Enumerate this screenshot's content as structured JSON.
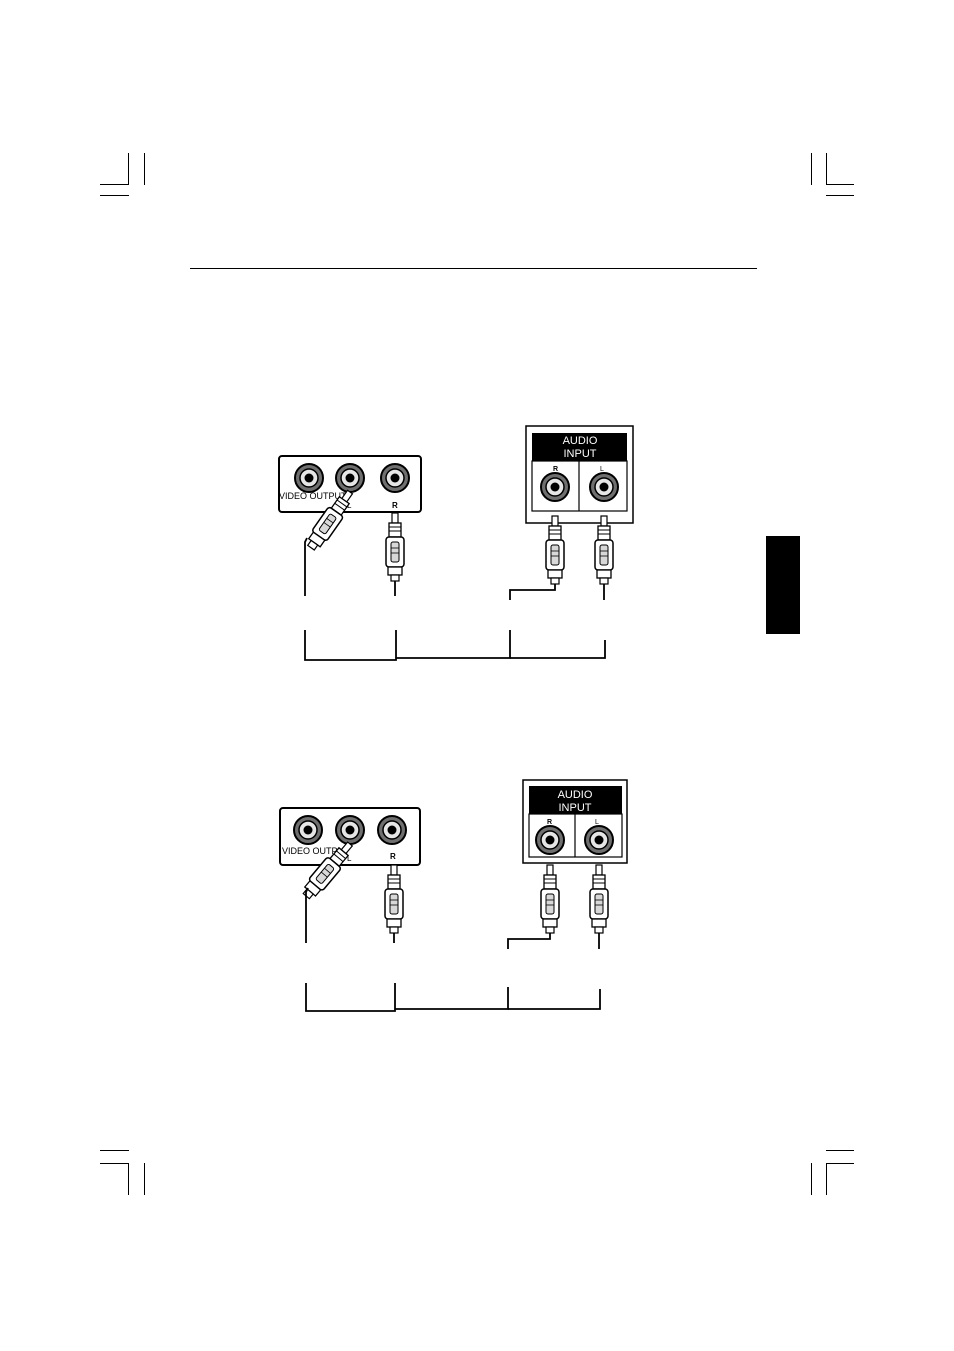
{
  "figures": [
    {
      "source_panel": {
        "output_label": "VIDEO OUTPUT",
        "left_label": "L",
        "right_label": "R"
      },
      "target_panel": {
        "title_line1": "AUDIO",
        "title_line2": "INPUT",
        "right_label": "R",
        "left_label": "L"
      }
    },
    {
      "source_panel": {
        "output_label": "VIDEO OUTPUT",
        "left_label": "L",
        "right_label": "R"
      },
      "target_panel": {
        "title_line1": "AUDIO",
        "title_line2": "INPUT",
        "right_label": "R",
        "left_label": "L"
      }
    }
  ],
  "colors": {
    "ink": "#000000",
    "panel_header": "#000000",
    "jack_ring": "#6f6f6f",
    "plug_grey": "#d8d8d8"
  }
}
